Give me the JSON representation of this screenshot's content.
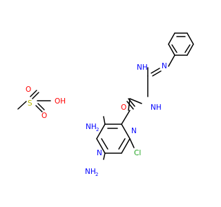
{
  "molecule": {
    "atoms": {
      "s": "S",
      "o_top": "O",
      "o_bottom": "O",
      "oh": "OH",
      "o_carbonyl": "O",
      "nh_amide": "NH",
      "n_imine": "N",
      "nh_imino": "NH",
      "n_ring_top": "N",
      "n_ring_bottom": "N",
      "cl": "Cl",
      "nh2_upper_1": "NH",
      "nh2_upper_2": "2",
      "nh2_lower_1": "NH",
      "nh2_lower_2": "2",
      "h2n_upper_1": "H",
      "h2n_upper_2": "2",
      "h2n_upper_3": "N"
    },
    "colors": {
      "bond": "#000000",
      "nitrogen": "#0000ff",
      "oxygen": "#ff0000",
      "sulfur": "#b8b800",
      "chlorine": "#1fa31f"
    }
  }
}
